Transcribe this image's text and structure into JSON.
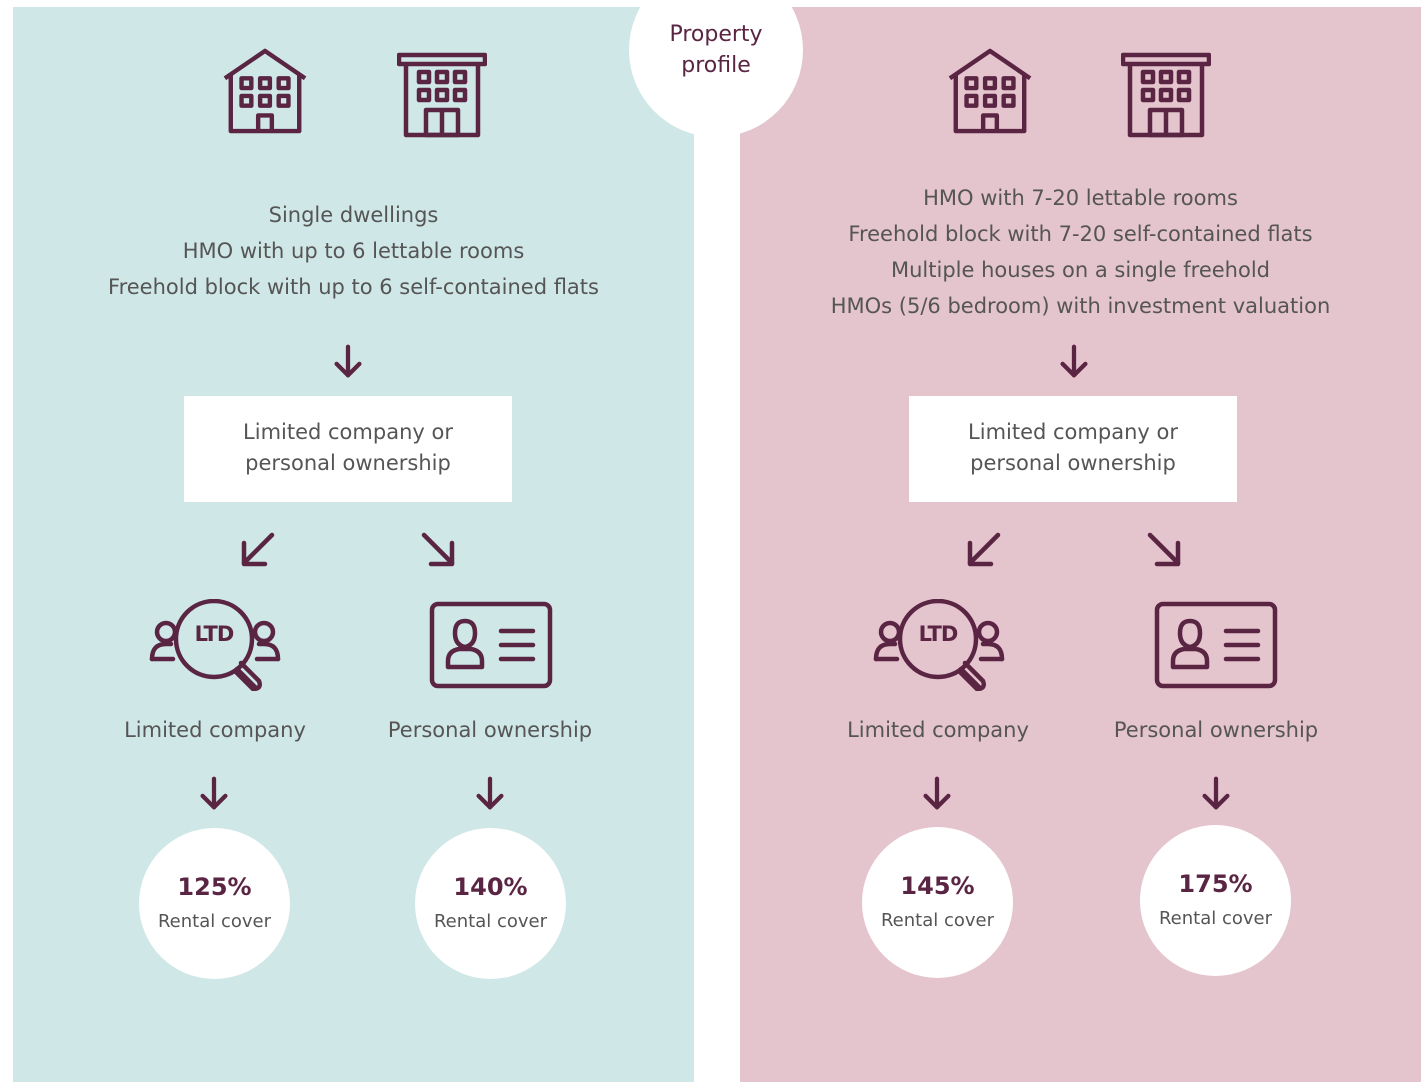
{
  "hub": {
    "line1": "Property",
    "line2": "profile"
  },
  "colors": {
    "left_panel": "#cfe7e6",
    "right_panel": "#e4c4cd",
    "icon": "#5a2443",
    "text": "#555555"
  },
  "left": {
    "icons": [
      "house-icon",
      "apartment-building-icon"
    ],
    "profile_lines": [
      "Single dwellings",
      "HMO with up to 6 lettable rooms",
      "Freehold block with up to 6 self-contained flats"
    ],
    "ownership_box": {
      "line1": "Limited company or",
      "line2": "personal ownership"
    },
    "branches": [
      {
        "icon": "ltd-magnifier-icon",
        "icon_text": "LTD",
        "label": "Limited company",
        "percent": "125%",
        "cover_label": "Rental cover"
      },
      {
        "icon": "id-card-icon",
        "label": "Personal ownership",
        "percent": "140%",
        "cover_label": "Rental cover"
      }
    ]
  },
  "right": {
    "icons": [
      "house-icon",
      "apartment-building-icon"
    ],
    "profile_lines": [
      "HMO with 7-20 lettable rooms",
      "Freehold block with 7-20 self-contained flats",
      "Multiple houses on a single freehold",
      "HMOs (5/6 bedroom) with investment valuation"
    ],
    "ownership_box": {
      "line1": "Limited company or",
      "line2": "personal ownership"
    },
    "branches": [
      {
        "icon": "ltd-magnifier-icon",
        "icon_text": "LTD",
        "label": "Limited company",
        "percent": "145%",
        "cover_label": "Rental cover"
      },
      {
        "icon": "id-card-icon",
        "label": "Personal ownership",
        "percent": "175%",
        "cover_label": "Rental cover"
      }
    ]
  }
}
